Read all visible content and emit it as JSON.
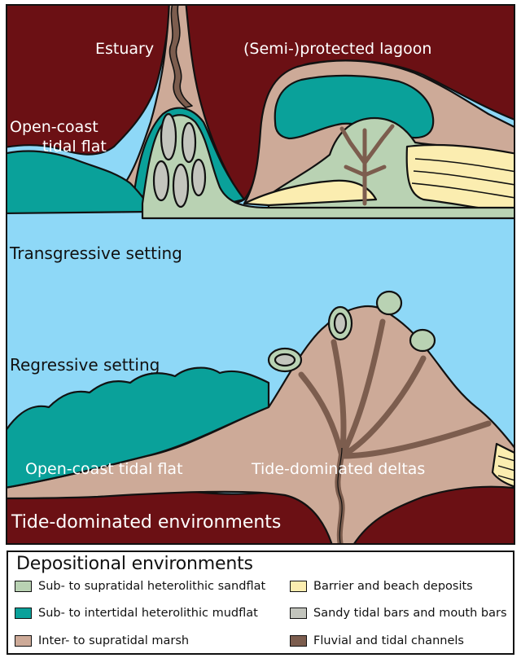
{
  "colors": {
    "land": "#6b1014",
    "sea": "#8ed8f7",
    "sandflat": "#b9d2b3",
    "mudflat": "#0aa19a",
    "marsh": "#cdaa98",
    "barrier": "#fbedb0",
    "bars": "#c3c5bd",
    "channels": "#7c5d4e",
    "outline": "#111111"
  },
  "diagram": {
    "labels": {
      "estuary": "Estuary",
      "lagoon": "(Semi-)protected lagoon",
      "open_coast_top_1": "Open-coast",
      "open_coast_top_2": "tidal flat",
      "transgressive": "Transgressive setting",
      "regressive": "Regressive setting",
      "open_coast_bottom": "Open-coast tidal flat",
      "tide_deltas": "Tide-dominated deltas",
      "environments": "Tide-dominated environments"
    }
  },
  "legend": {
    "title": "Depositional environments",
    "items": [
      {
        "label": "Sub- to supratidal heterolithic sandflat",
        "color": "#b9d2b3"
      },
      {
        "label": "Sub- to intertidal heterolithic mudflat",
        "color": "#0aa19a"
      },
      {
        "label": "Inter- to supratidal marsh",
        "color": "#cdaa98"
      },
      {
        "label": "Barrier and beach deposits",
        "color": "#fbedb0"
      },
      {
        "label": "Sandy tidal bars and mouth bars",
        "color": "#c3c5bd"
      },
      {
        "label": "Fluvial and tidal channels",
        "color": "#7c5d4e"
      }
    ]
  }
}
